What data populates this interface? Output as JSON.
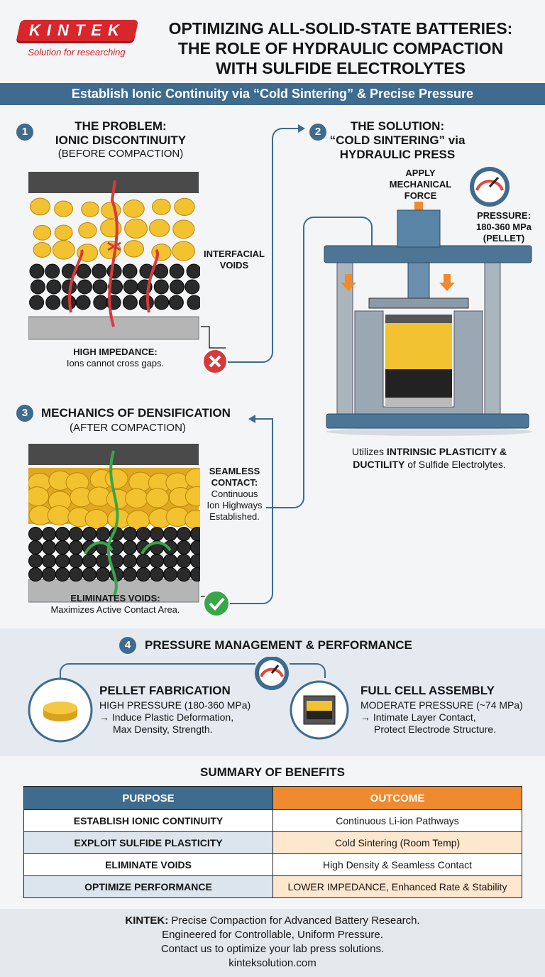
{
  "logo": {
    "brand": "KINTEK",
    "tagline": "Solution for researching"
  },
  "title": [
    "OPTIMIZING ALL-SOLID-STATE BATTERIES:",
    "THE ROLE OF HYDRAULIC COMPACTION",
    "WITH SULFIDE ELECTROLYTES"
  ],
  "banner": "Establish Ionic Continuity via “Cold Sintering” & Precise Pressure",
  "colors": {
    "primary": "#3f6b8f",
    "accent": "#ef8a2e",
    "error": "#d83a3a",
    "success": "#3aa64a",
    "particle": "#f2c230"
  },
  "s1": {
    "num": "1",
    "title1": "THE PROBLEM:",
    "title2": "IONIC DISCONTINUITY",
    "sub": "(BEFORE COMPACTION)",
    "voids": [
      "INTERFACIAL",
      "VOIDS"
    ],
    "note_title": "HIGH IMPEDANCE:",
    "note": "Ions cannot cross gaps."
  },
  "s2": {
    "num": "2",
    "title1": "THE SOLUTION:",
    "title2": "“COLD SINTERING” via",
    "title3": "HYDRAULIC PRESS",
    "force": [
      "APPLY",
      "MECHANICAL",
      "FORCE"
    ],
    "pressure": [
      "PRESSURE:",
      "180-360 MPa",
      "(PELLET)"
    ],
    "caption_a": "Utilizes ",
    "caption_b": "INTRINSIC PLASTICITY &",
    "caption_c": "DUCTILITY",
    "caption_d": " of Sulfide Electrolytes."
  },
  "s3": {
    "num": "3",
    "title": "MECHANICS OF DENSIFICATION",
    "sub": "(AFTER COMPACTION)",
    "contact": [
      "SEAMLESS",
      "CONTACT:"
    ],
    "contact_note": [
      "Continuous",
      "Ion Highways",
      "Established."
    ],
    "note_title": "ELIMINATES VOIDS:",
    "note": "Maximizes Active Contact Area."
  },
  "s4": {
    "num": "4",
    "title": "PRESSURE MANAGEMENT & PERFORMANCE",
    "pellet": {
      "title": "PELLET FABRICATION",
      "line1": "HIGH PRESSURE (180-360 MPa)",
      "line2": "→ Induce Plastic Deformation,",
      "line3": "Max Density, Strength."
    },
    "cell": {
      "title": "FULL CELL ASSEMBLY",
      "line1": "MODERATE PRESSURE (~74 MPa)",
      "line2": "→ Intimate Layer Contact,",
      "line3": "Protect Electrode Structure."
    }
  },
  "summary": {
    "title": "SUMMARY OF BENEFITS",
    "headers": [
      "PURPOSE",
      "OUTCOME"
    ],
    "rows": [
      [
        "ESTABLISH IONIC CONTINUITY",
        "Continuous Li-ion Pathways"
      ],
      [
        "EXPLOIT SULFIDE PLASTICITY",
        "Cold Sintering (Room Temp)"
      ],
      [
        "ELIMINATE VOIDS",
        "High Density & Seamless Contact"
      ],
      [
        "OPTIMIZE PERFORMANCE",
        "LOWER IMPEDANCE, Enhanced Rate & Stability"
      ]
    ]
  },
  "footer": {
    "brand": "KINTEK:",
    "line1": " Precise Compaction for Advanced Battery Research.",
    "line2": "Engineered for Controllable, Uniform Pressure.",
    "line3": "Contact us to optimize your lab press solutions.",
    "url": "kinteksolution.com"
  }
}
